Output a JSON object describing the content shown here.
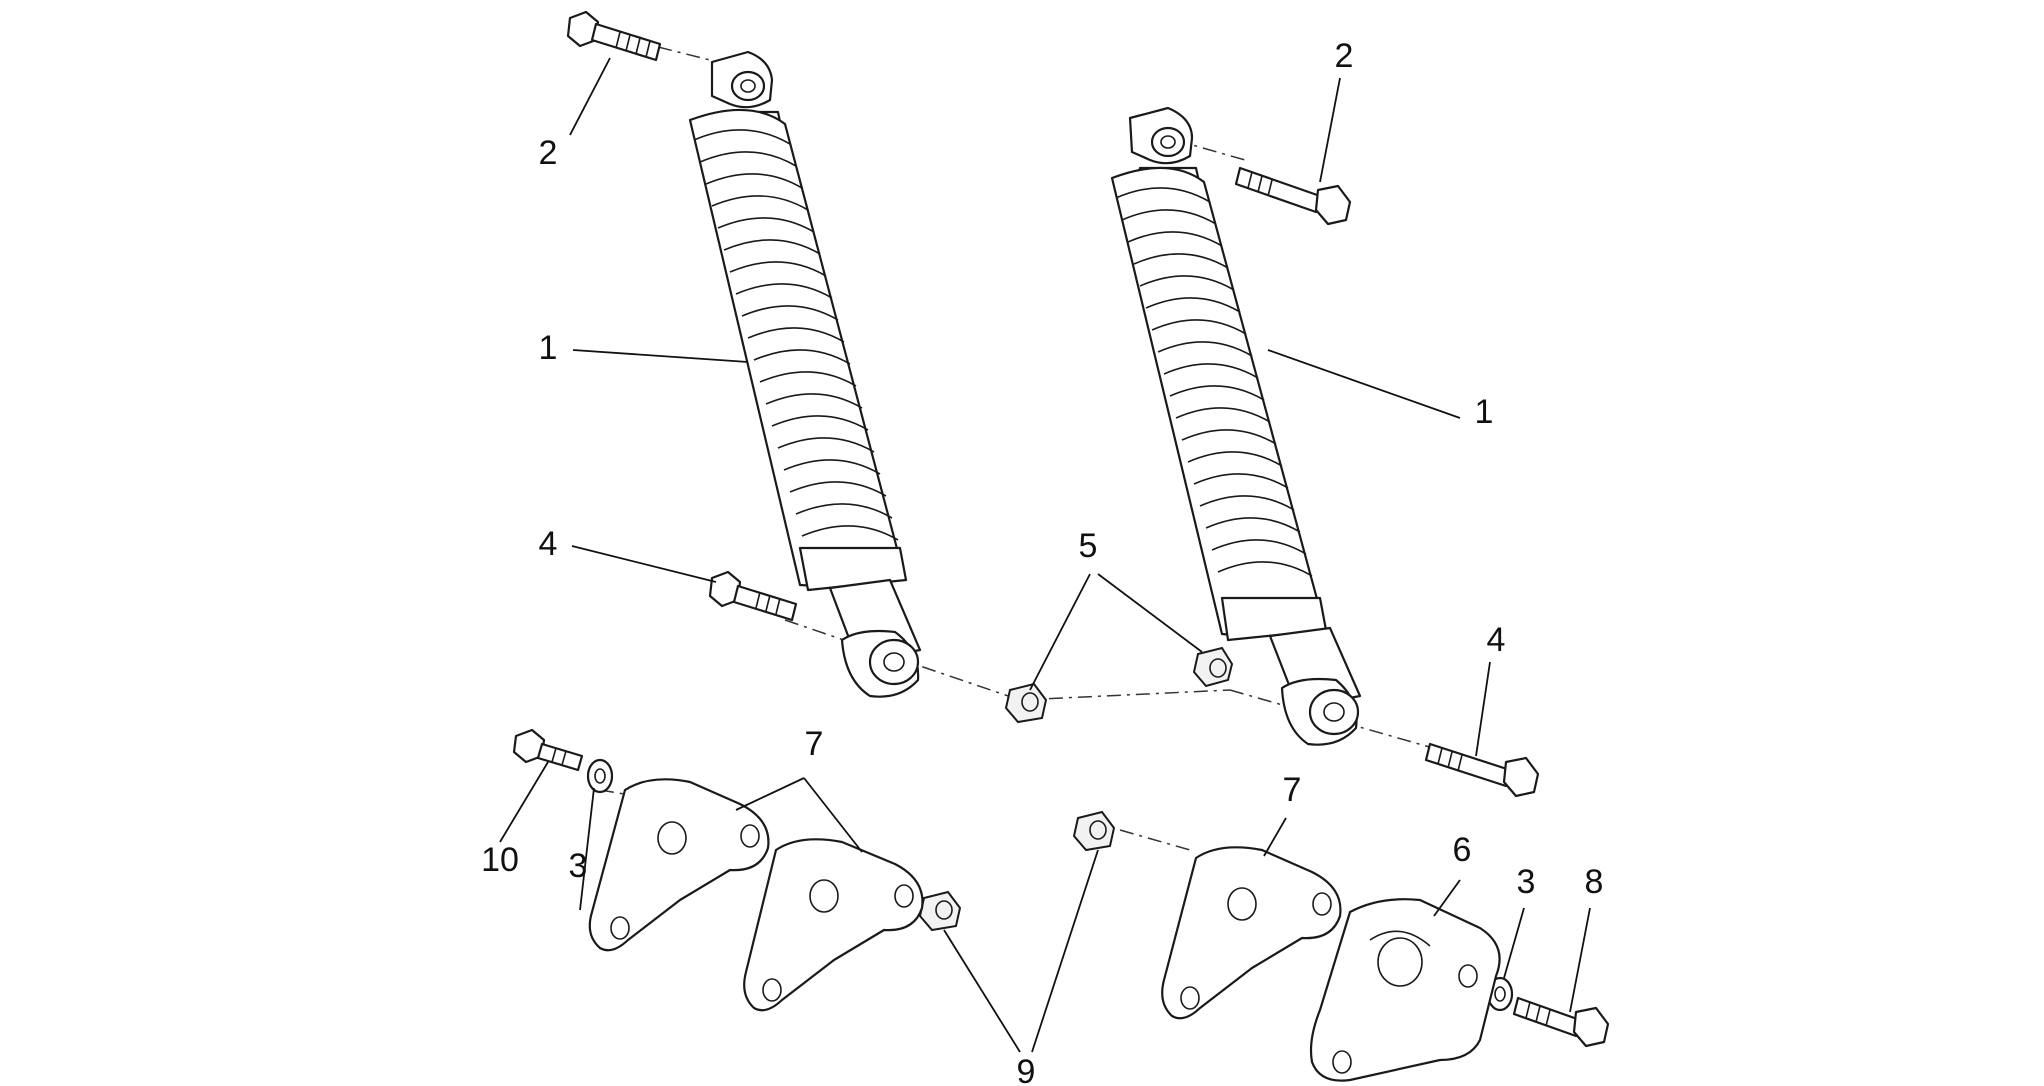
{
  "callouts": {
    "c1a": "1",
    "c1b": "1",
    "c2a": "2",
    "c2b": "2",
    "c3a": "3",
    "c3b": "3",
    "c4a": "4",
    "c4b": "4",
    "c5": "5",
    "c6": "6",
    "c7a": "7",
    "c7b": "7",
    "c8": "8",
    "c9": "9",
    "c10": "10"
  },
  "colors": {
    "line": "#1a1a1a",
    "background": "#ffffff"
  }
}
